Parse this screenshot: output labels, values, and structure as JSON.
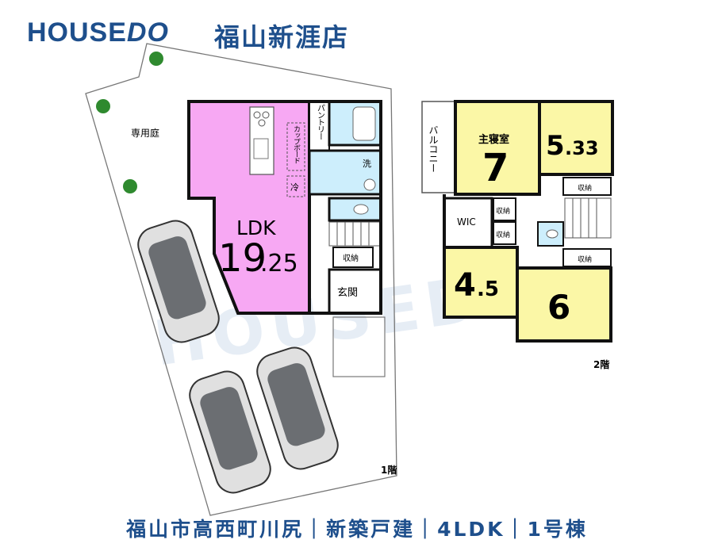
{
  "header": {
    "brand_house": "HOUSE",
    "brand_do": "DO",
    "store_name": "福山新涯店"
  },
  "watermark": "HOUSEDO",
  "floor1": {
    "label": "1階",
    "garden": "専用庭",
    "pantry": "パントリー",
    "cupboard": "カップボード",
    "fridge": "冷",
    "laundry": "洗",
    "ldk_label": "LDK",
    "ldk_size_int": "19",
    "ldk_size_dec": ".25",
    "storage": "収納",
    "entrance": "玄関"
  },
  "floor2": {
    "label": "2階",
    "balcony": "バルコニー",
    "master_label": "主寝室",
    "master_size": "7",
    "room_533_int": "5",
    "room_533_dec": ".33",
    "storage_a": "収納",
    "storage_b": "収納",
    "storage_c": "収納",
    "storage_d": "収納",
    "wic": "WIC",
    "room_45_int": "4",
    "room_45_dec": ".5",
    "room_6": "6"
  },
  "footer": {
    "text": "福山市高西町川尻｜新築戸建｜4LDK｜1号棟"
  },
  "colors": {
    "brand": "#1e4f8c",
    "ldk_fill": "#f7a8f3",
    "room_fill": "#fbf7a6",
    "wet_fill": "#cdeefc",
    "wall": "#111111"
  }
}
